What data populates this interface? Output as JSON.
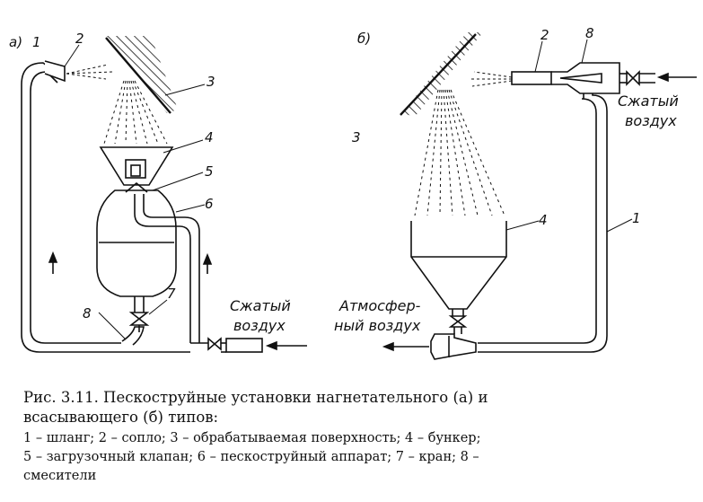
{
  "figure": {
    "panel_a": {
      "label": "а)",
      "callouts": {
        "c1": "1",
        "c2": "2",
        "c3": "3",
        "c4": "4",
        "c5": "5",
        "c6": "6",
        "c7": "7",
        "c8": "8"
      },
      "air_label_line1": "Сжатый",
      "air_label_line2": "воздух"
    },
    "panel_b": {
      "label": "б)",
      "callouts": {
        "c1": "1",
        "c2": "2",
        "c3": "3",
        "c4": "4",
        "c8": "8"
      },
      "compressed_air_line1": "Сжатый",
      "compressed_air_line2": "воздух",
      "atmos_air_line1": "Атмосфер-",
      "atmos_air_line2": "ный воздух"
    }
  },
  "caption": {
    "title_line1": "Рис. 3.11. Пескоструйные установки нагнетательного (а) и",
    "title_line2": "всасывающего (б) типов:",
    "legend_line1": "1 – шланг; 2 – сопло; 3 – обрабатываемая поверхность; 4 – бункер;",
    "legend_line2": "5 – загрузочный клапан; 6 – пескоструйный аппарат; 7 – кран; 8 –",
    "legend_line3": "смесители"
  }
}
